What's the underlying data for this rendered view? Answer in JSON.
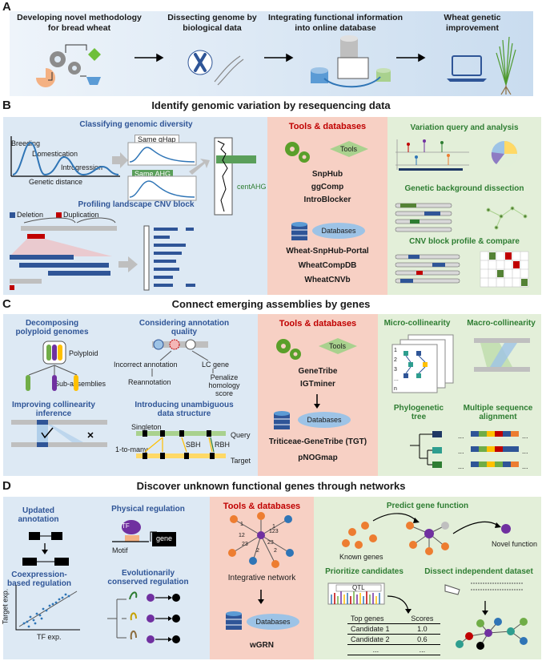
{
  "panelA": {
    "letter": "A",
    "steps": [
      "Developing novel methodology for bread wheat",
      "Dissecting genome by biological data",
      "Integrating functional information into online database",
      "Wheat genetic improvement"
    ]
  },
  "panelB": {
    "letter": "B",
    "title": "Identify genomic variation by resequencing data",
    "diversity_title": "Classifying genomic diversity",
    "diversity_labels": [
      "Breeding",
      "Domestication",
      "Introgression",
      "Genetic distance",
      "Same gHap",
      "Same AHG",
      "centAHG"
    ],
    "cnv_title": "Profiling landscape CNV block",
    "cnv_legend": [
      "Deletion",
      "Duplication"
    ],
    "tools_header": "Tools & databases",
    "tools_label": "Tools",
    "tools": [
      "SnpHub",
      "ggComp",
      "IntroBlocker"
    ],
    "db_label": "Databases",
    "databases": [
      "Wheat-SnpHub-Portal",
      "WheatCompDB",
      "WheatCNVb"
    ],
    "right_titles": [
      "Variation query and analysis",
      "Genetic background dissection",
      "CNV block profile & compare"
    ]
  },
  "panelC": {
    "letter": "C",
    "title": "Connect emerging assemblies by genes",
    "decomp_title": "Decomposing polyploid genomes",
    "decomp_labels": [
      "Polyploid",
      "Sub-assemblies"
    ],
    "annot_title": "Considering annotation quality",
    "annot_labels": [
      "Incorrect annotation",
      "LC gene",
      "Reannotation",
      "Penalize homology score"
    ],
    "collin_title": "Improving collinearity inference",
    "struct_title": "Introducing unambiguous data structure",
    "struct_labels": [
      "Singleton",
      "Query",
      "1-to-many",
      "SBH",
      "RBH",
      "Target"
    ],
    "tools_header": "Tools & databases",
    "tools_label": "Tools",
    "tools": [
      "GeneTribe",
      "IGTminer"
    ],
    "db_label": "Databases",
    "databases": [
      "Triticeae-GeneTribe (TGT)",
      "pNOGmap"
    ],
    "right_titles": [
      "Micro-collinearity",
      "Macro-collinearity",
      "Phylogenetic tree",
      "Multiple sequence alignment"
    ],
    "micro_rows": [
      "1",
      "2",
      "3",
      "...",
      "n"
    ]
  },
  "panelD": {
    "letter": "D",
    "title": "Discover unknown functional genes through networks",
    "updated_title": "Updated annotation",
    "physical_title": "Physical regulation",
    "physical_labels": [
      "TF",
      "gene",
      "Motif"
    ],
    "coexp_title": "Coexpression-based regulation",
    "coexp_axes": [
      "Target exp.",
      "TF exp."
    ],
    "evol_title": "Evolutionarily conserved regulation",
    "tools_header": "Tools & databases",
    "network_label": "Integrative network",
    "edge_labels": [
      "1",
      "23",
      "1",
      "2",
      "23",
      "2",
      "12",
      "123"
    ],
    "db_label": "Databases",
    "databases": [
      "wGRN"
    ],
    "predict_title": "Predict gene function",
    "predict_labels": [
      "Known genes",
      "Novel function"
    ],
    "prioritize_title": "Prioritize candidates",
    "qtl_label": "QTL",
    "dissect_title": "Dissect independent dataset",
    "table": {
      "headers": [
        "Top genes",
        "Scores"
      ],
      "rows": [
        [
          "Candidate 1",
          "1.0"
        ],
        [
          "Candidate 2",
          "0.6"
        ],
        [
          "...",
          "..."
        ]
      ]
    }
  },
  "colors": {
    "blue_bg": "#dde9f4",
    "pink_bg": "#f7d0c4",
    "green_bg": "#e3efd9",
    "title_blue": "#2f5597",
    "title_red": "#c00000",
    "title_green": "#2e7d32"
  }
}
